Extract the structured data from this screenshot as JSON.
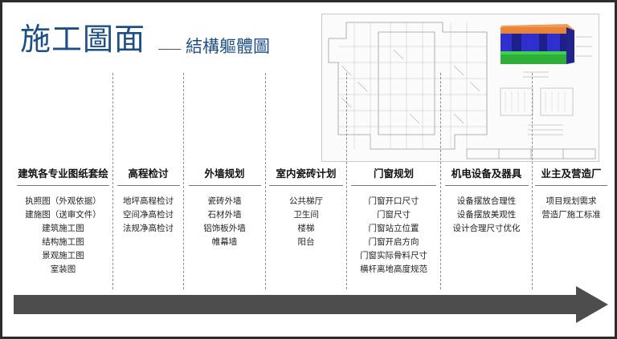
{
  "title": {
    "main": "施工圖面",
    "sub": "結構軀體圖"
  },
  "columns": [
    {
      "header": "建筑各专业图纸套绘",
      "items": [
        "执照图（外观依据）",
        "建施图（送审文件）",
        "建筑施工图",
        "结构施工图",
        "景观施工图",
        "室装图"
      ]
    },
    {
      "header": "高程检讨",
      "items": [
        "地坪高程检讨",
        "空间净高检讨",
        "法规净高检讨"
      ]
    },
    {
      "header": "外墙规划",
      "items": [
        "瓷砖外墙",
        "石材外墙",
        "铝饰板外墙",
        "帷幕墙"
      ]
    },
    {
      "header": "室内瓷砖计划",
      "items": [
        "公共梯厅",
        "卫生间",
        "楼梯",
        "阳台"
      ]
    },
    {
      "header": "门窗规划",
      "items": [
        "门窗开口尺寸",
        "门窗尺寸",
        "门窗站立位置",
        "门窗开启方向",
        "门窗实际骨料尺寸",
        "横杆离地高度规范"
      ]
    },
    {
      "header": "机电设备及器具",
      "items": [
        "设备摆放合理性",
        "设备摆放美观性",
        "设计合理尺寸优化"
      ]
    },
    {
      "header": "业主及营造厂",
      "items": [
        "项目规划需求",
        "营造厂施工标准"
      ]
    }
  ],
  "colors": {
    "title": "#1d4f86",
    "arrow": "#4d4d4d",
    "model_top": "#e8833a",
    "model_mid": "#3a3ad8",
    "model_green": "#2fae3a"
  }
}
